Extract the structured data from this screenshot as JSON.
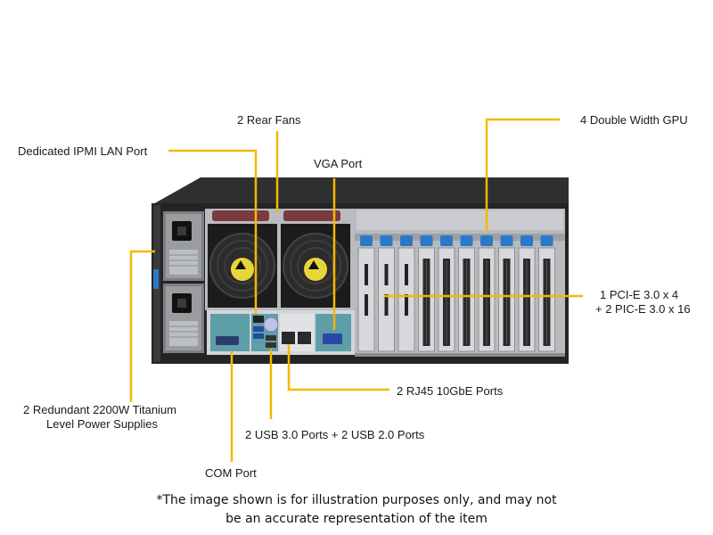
{
  "colors": {
    "leader": "#f5b800",
    "chassis_dark": "#262626",
    "panel": "#cfd2d6",
    "io_teal": "#5e9ea8",
    "blue_latch": "#2a79c9"
  },
  "labels": {
    "rear_fans": "2 Rear Fans",
    "double_width_gpu": "4 Double Width GPU",
    "ipmi_lan": "Dedicated IPMI  LAN Port",
    "vga": "VGA Port",
    "pcie_line1": "1 PCI-E 3.0 x 4",
    "pcie_line2": "+ 2  PIC-E 3.0 x 16",
    "psu_line1": "2 Redundant  2200W Titanium",
    "psu_line2": "Level Power Supplies",
    "rj45": "2 RJ45 10GbE Ports",
    "usb": "2 USB 3.0 Ports + 2 USB 2.0 Ports",
    "com": "COM Port"
  },
  "disclaimer": {
    "line1": "*The image shown is for illustration purposes only, and may not",
    "line2": "be an accurate representation of the item"
  }
}
